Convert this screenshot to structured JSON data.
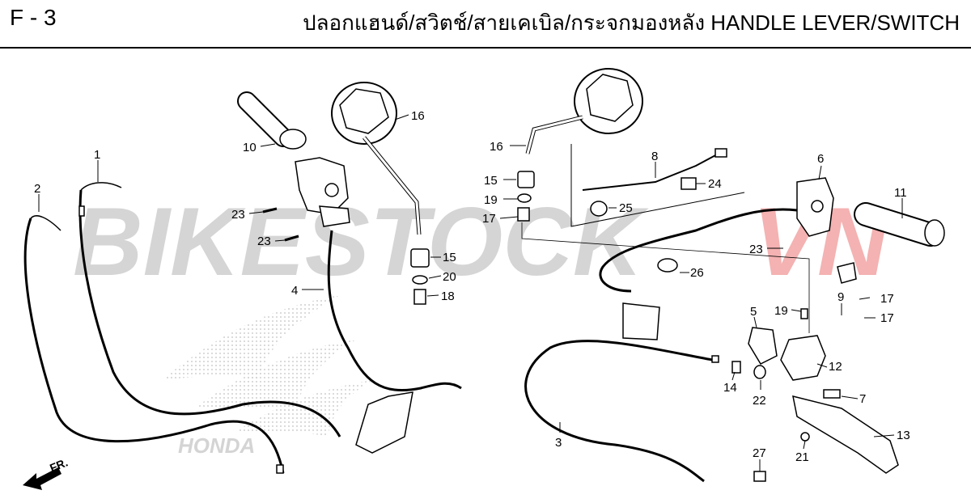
{
  "header": {
    "code": "F - 3",
    "title": "ปลอกแฮนด์/สวิตช์/สายเคเบิล/กระจกมองหลัง  HANDLE LEVER/SWITCH"
  },
  "watermark": {
    "text_gray": "BIKESTOCK",
    "text_red": "VN",
    "color_gray": "#c8c8c8",
    "color_red": "#f2a0a0"
  },
  "brand_mark": "HONDA",
  "direction": "FR.",
  "callouts": [
    "1",
    "2",
    "3",
    "4",
    "5",
    "6",
    "7",
    "8",
    "9",
    "10",
    "11",
    "12",
    "13",
    "14",
    "15",
    "15",
    "16",
    "16",
    "17",
    "17",
    "17",
    "18",
    "19",
    "19",
    "20",
    "21",
    "22",
    "23",
    "23",
    "23",
    "24",
    "25",
    "26",
    "27"
  ]
}
